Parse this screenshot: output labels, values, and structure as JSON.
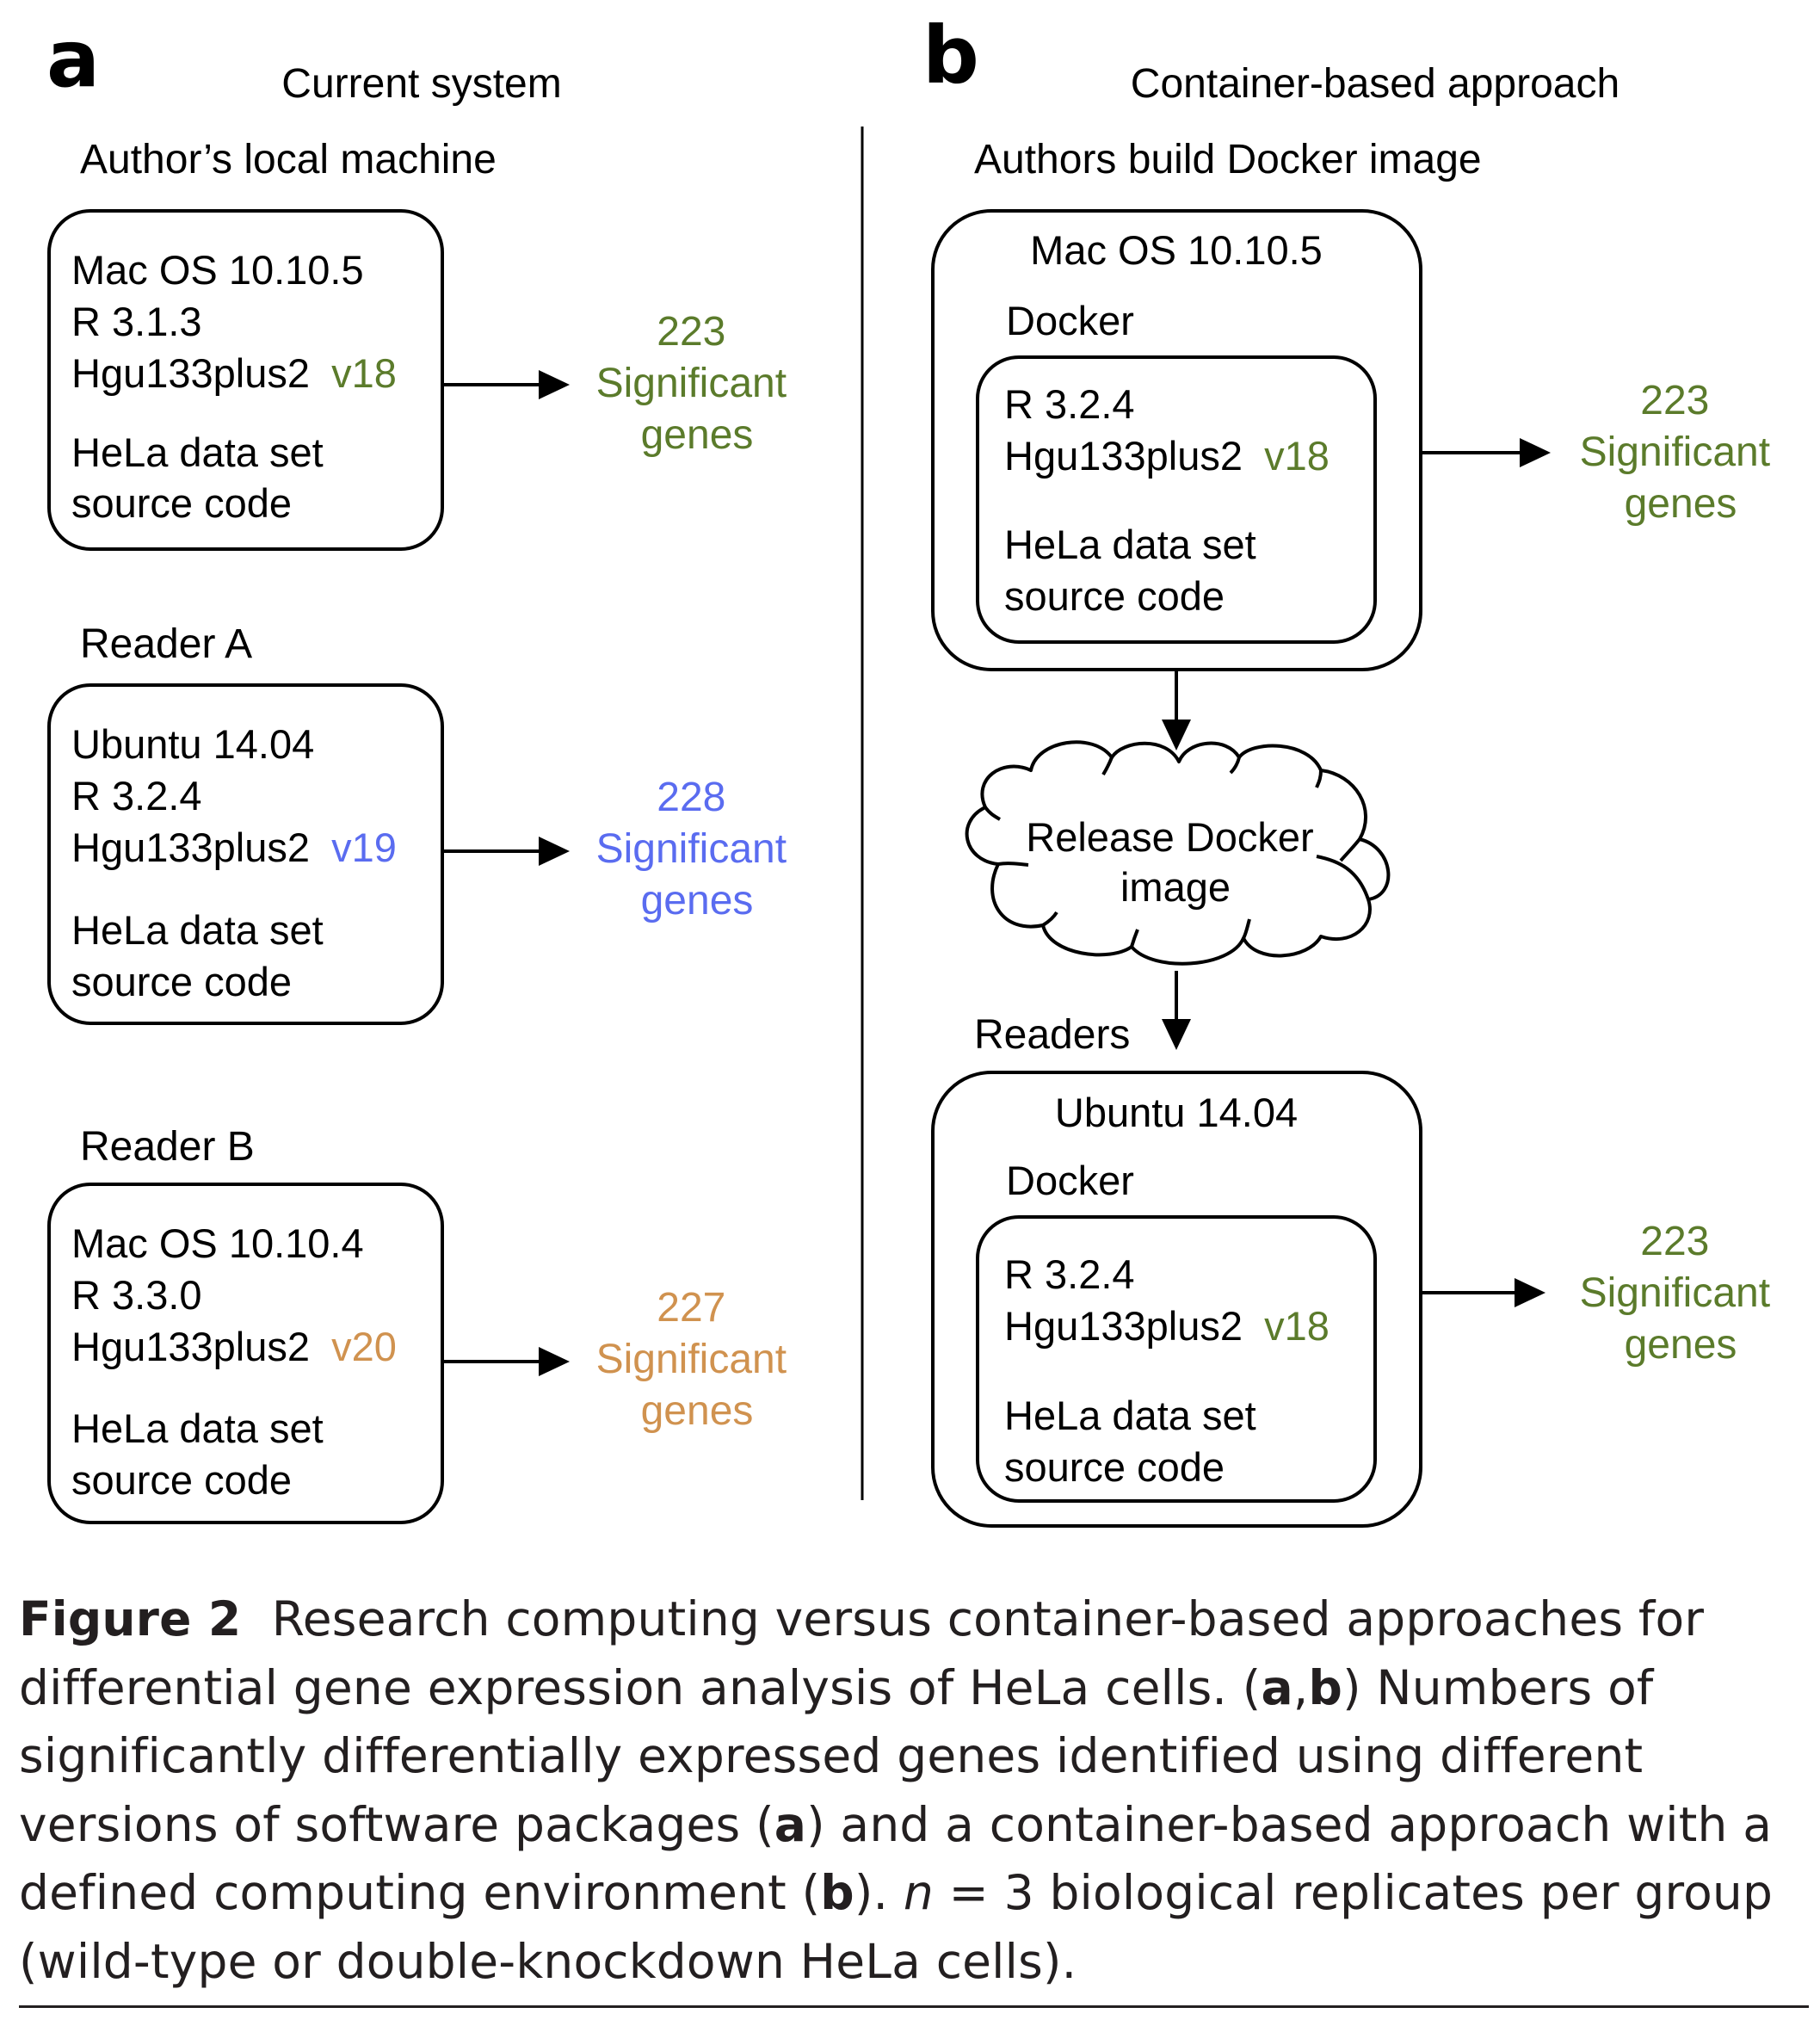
{
  "colors": {
    "green": "#5b7b2b",
    "blue": "#5a6cf0",
    "orange": "#d0924f",
    "ink": "#000000"
  },
  "panel_a": {
    "letter": "a",
    "title": "Current system",
    "groups": [
      {
        "label": "Author’s local machine",
        "os": "Mac OS 10.10.5",
        "r": "R 3.1.3",
        "pkg": "Hgu133plus2",
        "pkg_version": "v18",
        "data_line1": "HeLa data set",
        "data_line2": "source code",
        "result_count": "223",
        "result_line2": "Significant",
        "result_line3": "genes",
        "color": "green"
      },
      {
        "label": "Reader A",
        "os": "Ubuntu 14.04",
        "r": "R 3.2.4",
        "pkg": "Hgu133plus2",
        "pkg_version": "v19",
        "data_line1": "HeLa data set",
        "data_line2": "source code",
        "result_count": "228",
        "result_line2": "Significant",
        "result_line3": "genes",
        "color": "blue"
      },
      {
        "label": "Reader B",
        "os": "Mac OS 10.10.4",
        "r": "R 3.3.0",
        "pkg": "Hgu133plus2",
        "pkg_version": "v20",
        "data_line1": "HeLa data set",
        "data_line2": "source code",
        "result_count": "227",
        "result_line2": "Significant",
        "result_line3": "genes",
        "color": "orange"
      }
    ]
  },
  "panel_b": {
    "letter": "b",
    "title": "Container-based approach",
    "build_label": "Authors build Docker image",
    "release_line1": "Release Docker",
    "release_line2": "image",
    "readers_label": "Readers",
    "hosts": [
      {
        "os": "Mac OS 10.10.5",
        "container": "Docker",
        "r": "R 3.2.4",
        "pkg": "Hgu133plus2",
        "pkg_version": "v18",
        "data_line1": "HeLa data set",
        "data_line2": "source code",
        "result_count": "223",
        "result_line2": "Significant",
        "result_line3": "genes",
        "color": "green"
      },
      {
        "os": "Ubuntu 14.04",
        "container": "Docker",
        "r": "R 3.2.4",
        "pkg": "Hgu133plus2",
        "pkg_version": "v18",
        "data_line1": "HeLa data set",
        "data_line2": "source code",
        "result_count": "223",
        "result_line2": "Significant",
        "result_line3": "genes",
        "color": "green"
      }
    ]
  },
  "caption": {
    "label": "Figure 2",
    "text_1": "Research computing versus container-based approaches for differential gene expression analysis of HeLa cells. (",
    "ref_ab_a": "a",
    "ref_ab_sep": ",",
    "ref_ab_b": "b",
    "text_2": ") Numbers of significantly differentially expressed genes identified using different versions of software packages (",
    "ref_a": "a",
    "text_3": ") and a container-based approach with a defined computing environment (",
    "ref_b": "b",
    "text_4": "). ",
    "n_symbol": "n",
    "text_5": " = 3 biological replicates per group (wild-type or double-knockdown HeLa cells)."
  }
}
